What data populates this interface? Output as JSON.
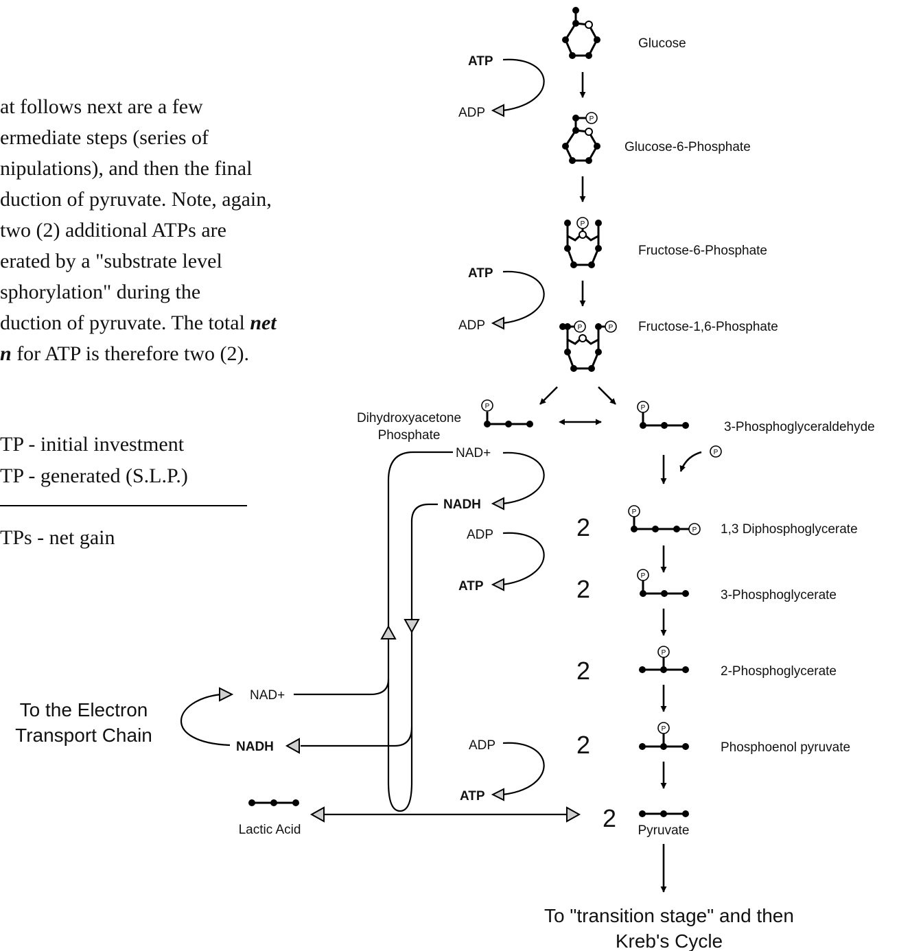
{
  "paragraph": {
    "lines": [
      "at follows next are a few",
      "ermediate steps (series of",
      "nipulations), and then the final",
      "duction of pyruvate.  Note, again,",
      " two (2) additional ATPs are",
      "erated by a \"substrate level",
      "sphorylation\" during the",
      "duction of pyruvate.  The total ",
      "n"
    ],
    "line8_emph": "net",
    "line9_rest": " for ATP is therefore two (2)."
  },
  "summary": {
    "line1": "TP  - initial investment",
    "line2": "TP -  generated (S.L.P.)",
    "line3": "TPs - net gain"
  },
  "molecules": {
    "glucose": "Glucose",
    "g6p": "Glucose-6-Phosphate",
    "f6p": "Fructose-6-Phosphate",
    "f16p": "Fructose-1,6-Phosphate",
    "dhap_line1": "Dihydroxyacetone",
    "dhap_line2": "Phosphate",
    "g3p": "3-Phosphoglyceraldehyde",
    "bpg": "1,3 Diphosphoglycerate",
    "pg3": "3-Phosphoglycerate",
    "pg2": "2-Phosphoglycerate",
    "pep": "Phosphoenol pyruvate",
    "pyruvate": "Pyruvate",
    "lactic": "Lactic Acid"
  },
  "cofactors": {
    "atp": "ATP",
    "adp": "ADP",
    "nad": "NAD+",
    "nadh": "NADH",
    "phosphate": "P"
  },
  "multipliers": {
    "bpg": "2",
    "pg3": "2",
    "pg2": "2",
    "pep": "2",
    "pyr": "2"
  },
  "destinations": {
    "etc_line1": "To the Electron",
    "etc_line2": "Transport Chain",
    "krebs_line1": "To \"transition stage\" and then",
    "krebs_line2": "Kreb's Cycle"
  }
}
